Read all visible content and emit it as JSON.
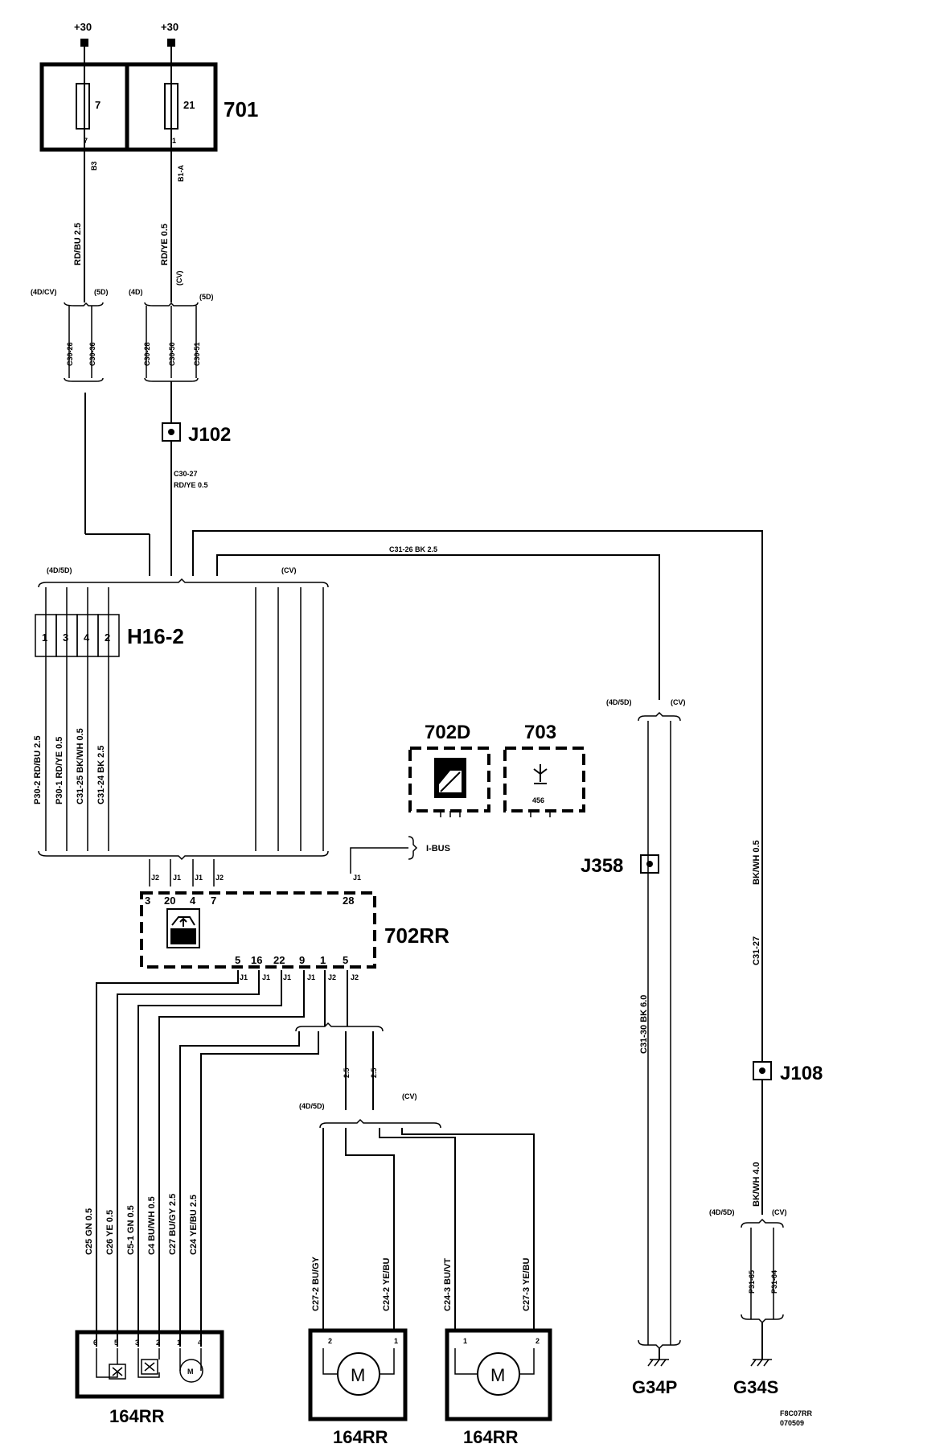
{
  "supply": {
    "left": "+30",
    "right": "+30"
  },
  "fuse_box": {
    "id": "701",
    "fuse_left": "7",
    "fuse_right": "21",
    "pin_left": "7",
    "pin_right": "1"
  },
  "wires_top": {
    "left_conn": "B3",
    "right_conn": "B1-A",
    "left_wire": "RD/BU 2.5",
    "right_wire": "RD/YE 0.5"
  },
  "variants_top": {
    "left_a": "(4D/CV)",
    "left_b": "(5D)",
    "right_a": "(4D)",
    "right_b": "(CV)",
    "right_c": "(5D)",
    "conn": [
      "C30-26",
      "C30-36",
      "C30-28",
      "C30-50",
      "C30-51"
    ]
  },
  "j102": {
    "id": "J102",
    "wire1": "C30-27",
    "wire2": "RD/YE  0.5"
  },
  "c31_26": "C31-26  BK  2.5",
  "h16": {
    "variant_left": "(4D/5D)",
    "variant_right": "(CV)",
    "id": "H16-2",
    "pins": [
      "1",
      "3",
      "4",
      "2"
    ],
    "wires": [
      "P30-2  RD/BU 2.5",
      "P30-1  RD/YE 0.5",
      "C31-25  BK/WH 0.5",
      "C31-24  BK 2.5"
    ]
  },
  "module702d": {
    "id": "702D"
  },
  "module703": {
    "id": "703",
    "code": "456"
  },
  "ibus": "I-BUS",
  "module702rr": {
    "id": "702RR",
    "top_conn": [
      "J2",
      "J1",
      "J1",
      "J2",
      "J1"
    ],
    "top_pins": [
      "3",
      "20",
      "4",
      "7",
      "28"
    ],
    "bot_pins": [
      "5",
      "16",
      "22",
      "9",
      "1",
      "5"
    ],
    "bot_conn": [
      "J1",
      "J1",
      "J1",
      "J1",
      "J2",
      "J2"
    ]
  },
  "lower_wires": [
    "C25  GN  0.5",
    "C26  YE  0.5",
    "C5-1  GN  0.5",
    "C4  BU/WH  0.5",
    "C27  BU/GY  2.5",
    "C24  YE/BU  2.5"
  ],
  "branch_sizes": [
    "2.5",
    "2.5"
  ],
  "variants_motor": {
    "a": "(4D/5D)",
    "b": "(CV)"
  },
  "motor_wires": [
    "C27-2  BU/GY",
    "C24-2  YE/BU",
    "C24-3 BU/VT",
    "C27-3  YE/BU"
  ],
  "component164": {
    "label1": "164RR",
    "label2": "164RR",
    "label3": "164RR",
    "pins1": [
      "6",
      "5",
      "3",
      "2",
      "1",
      "4"
    ],
    "motor2_pins": [
      "2",
      "1"
    ],
    "motor3_pins": [
      "1",
      "2"
    ],
    "motor_letter": "M"
  },
  "ground_p": {
    "variant_a": "(4D/5D)",
    "variant_b": "(CV)",
    "junction": "J358",
    "wire": "C31-30  BK  6.0",
    "ground": "G34P"
  },
  "ground_s": {
    "wire1": "BK/WH   0.5",
    "wire2": "C31-27",
    "junction": "J108",
    "wire3": "BK/WH  4.0",
    "variant_a": "(4D/5D)",
    "variant_b": "(CV)",
    "conn": [
      "P31-65",
      "P31-64"
    ],
    "ground": "G34S"
  },
  "footer": {
    "code": "F8C07RR",
    "date": "070509"
  }
}
